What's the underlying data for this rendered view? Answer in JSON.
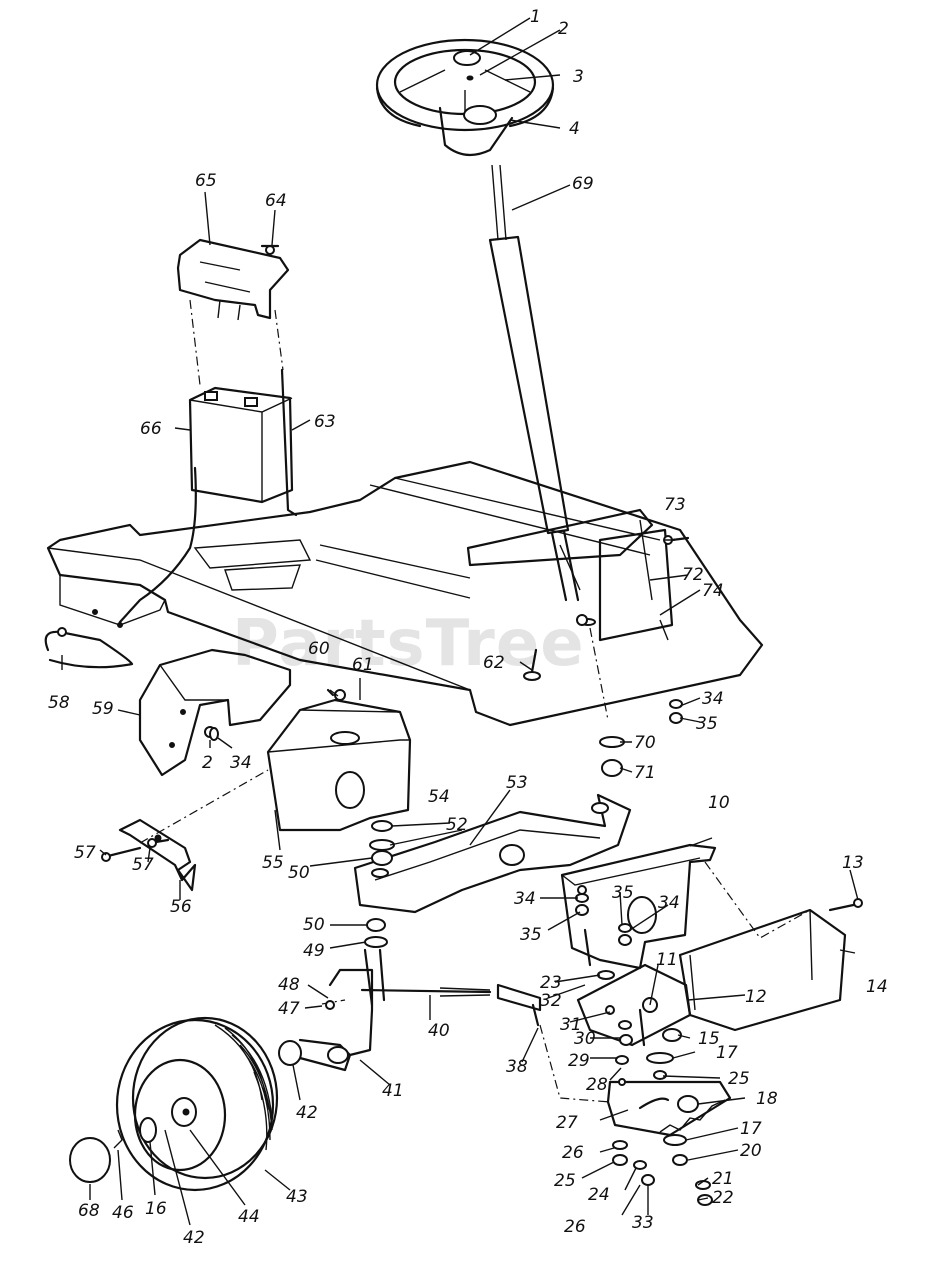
{
  "watermark": "PartsTree",
  "callouts": [
    {
      "id": "c1",
      "text": "1"
    },
    {
      "id": "c2a",
      "text": "2"
    },
    {
      "id": "c3",
      "text": "3"
    },
    {
      "id": "c4",
      "text": "4"
    },
    {
      "id": "c65",
      "text": "65"
    },
    {
      "id": "c64",
      "text": "64"
    },
    {
      "id": "c69",
      "text": "69"
    },
    {
      "id": "c63",
      "text": "63"
    },
    {
      "id": "c66",
      "text": "66"
    },
    {
      "id": "c73",
      "text": "73"
    },
    {
      "id": "c72",
      "text": "72"
    },
    {
      "id": "c74",
      "text": "74"
    },
    {
      "id": "c62",
      "text": "62"
    },
    {
      "id": "c60",
      "text": "60"
    },
    {
      "id": "c61",
      "text": "61"
    },
    {
      "id": "c58",
      "text": "58"
    },
    {
      "id": "c59",
      "text": "59"
    },
    {
      "id": "c2b",
      "text": "2"
    },
    {
      "id": "c34a",
      "text": "34"
    },
    {
      "id": "c34b",
      "text": "34"
    },
    {
      "id": "c35a",
      "text": "35"
    },
    {
      "id": "c70",
      "text": "70"
    },
    {
      "id": "c71",
      "text": "71"
    },
    {
      "id": "c53",
      "text": "53"
    },
    {
      "id": "c54",
      "text": "54"
    },
    {
      "id": "c52",
      "text": "52"
    },
    {
      "id": "c50a",
      "text": "50"
    },
    {
      "id": "c55",
      "text": "55"
    },
    {
      "id": "c57a",
      "text": "57"
    },
    {
      "id": "c57b",
      "text": "57"
    },
    {
      "id": "c56",
      "text": "56"
    },
    {
      "id": "c10",
      "text": "10"
    },
    {
      "id": "c13",
      "text": "13"
    },
    {
      "id": "c14",
      "text": "14"
    },
    {
      "id": "c34c",
      "text": "34"
    },
    {
      "id": "c35b",
      "text": "35"
    },
    {
      "id": "c35c",
      "text": "35"
    },
    {
      "id": "c34d",
      "text": "34"
    },
    {
      "id": "c50b",
      "text": "50"
    },
    {
      "id": "c49",
      "text": "49"
    },
    {
      "id": "c48",
      "text": "48"
    },
    {
      "id": "c47",
      "text": "47"
    },
    {
      "id": "c40",
      "text": "40"
    },
    {
      "id": "c23",
      "text": "23"
    },
    {
      "id": "c32",
      "text": "32"
    },
    {
      "id": "c11",
      "text": "11"
    },
    {
      "id": "c12",
      "text": "12"
    },
    {
      "id": "c31",
      "text": "31"
    },
    {
      "id": "c30",
      "text": "30"
    },
    {
      "id": "c15",
      "text": "15"
    },
    {
      "id": "c29",
      "text": "29"
    },
    {
      "id": "c17a",
      "text": "17"
    },
    {
      "id": "c38",
      "text": "38"
    },
    {
      "id": "c41",
      "text": "41"
    },
    {
      "id": "c42a",
      "text": "42"
    },
    {
      "id": "c28",
      "text": "28"
    },
    {
      "id": "c25a",
      "text": "25"
    },
    {
      "id": "c18",
      "text": "18"
    },
    {
      "id": "c27",
      "text": "27"
    },
    {
      "id": "c17b",
      "text": "17"
    },
    {
      "id": "c26a",
      "text": "26"
    },
    {
      "id": "c20",
      "text": "20"
    },
    {
      "id": "c25b",
      "text": "25"
    },
    {
      "id": "c21",
      "text": "21"
    },
    {
      "id": "c24",
      "text": "24"
    },
    {
      "id": "c22",
      "text": "22"
    },
    {
      "id": "c26b",
      "text": "26"
    },
    {
      "id": "c33",
      "text": "33"
    },
    {
      "id": "c68",
      "text": "68"
    },
    {
      "id": "c46",
      "text": "46"
    },
    {
      "id": "c16",
      "text": "16"
    },
    {
      "id": "c42b",
      "text": "42"
    },
    {
      "id": "c44",
      "text": "44"
    },
    {
      "id": "c43",
      "text": "43"
    }
  ]
}
